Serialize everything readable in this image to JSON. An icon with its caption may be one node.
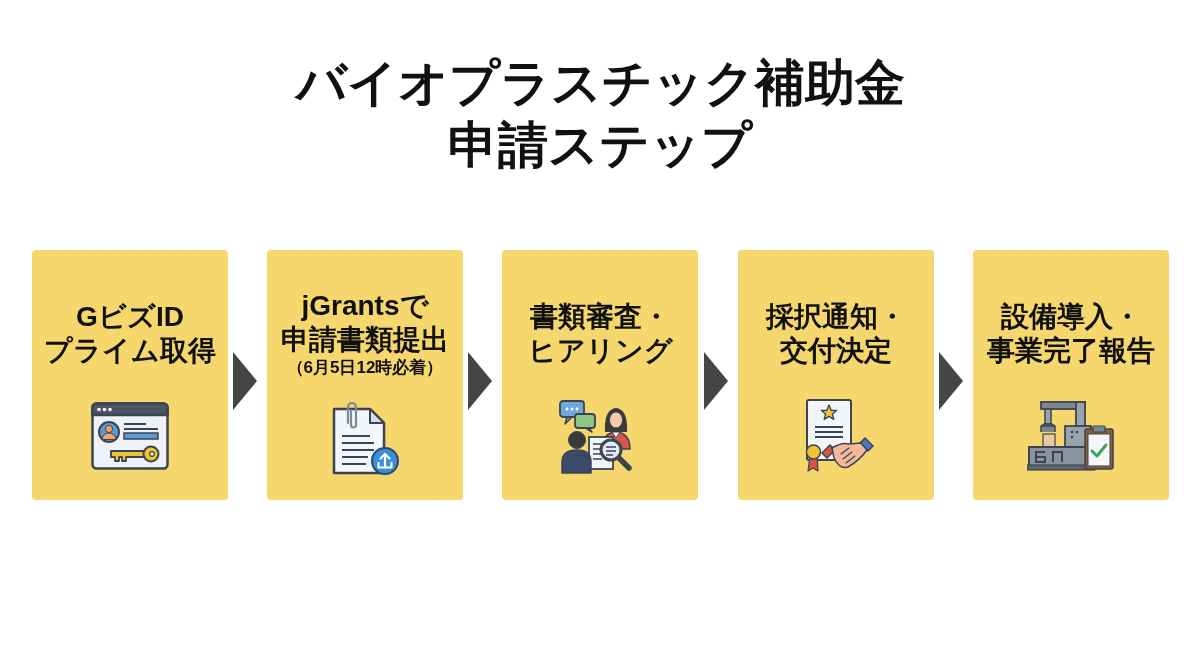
{
  "diagram": {
    "title": "バイオプラスチック補助金申請ステップ",
    "nodes": [
      {
        "text": [
          "GビズIDプライム取得"
        ]
      },
      {
        "text": [
          "jGrantsで申請書類提出",
          "（6月5日12時必着）"
        ]
      },
      {
        "text": [
          "書類審査・ヒアリング"
        ]
      },
      {
        "text": [
          "採択通知・交付決定"
        ]
      },
      {
        "text": [
          "設備導入・事業完了報告"
        ]
      }
    ],
    "edges": [
      {
        "from": 0,
        "to": 1,
        "arrow": "to"
      },
      {
        "from": 1,
        "to": 2,
        "arrow": "to"
      },
      {
        "from": 2,
        "to": 3,
        "arrow": "to"
      },
      {
        "from": 3,
        "to": 4,
        "arrow": "to"
      }
    ]
  }
}
